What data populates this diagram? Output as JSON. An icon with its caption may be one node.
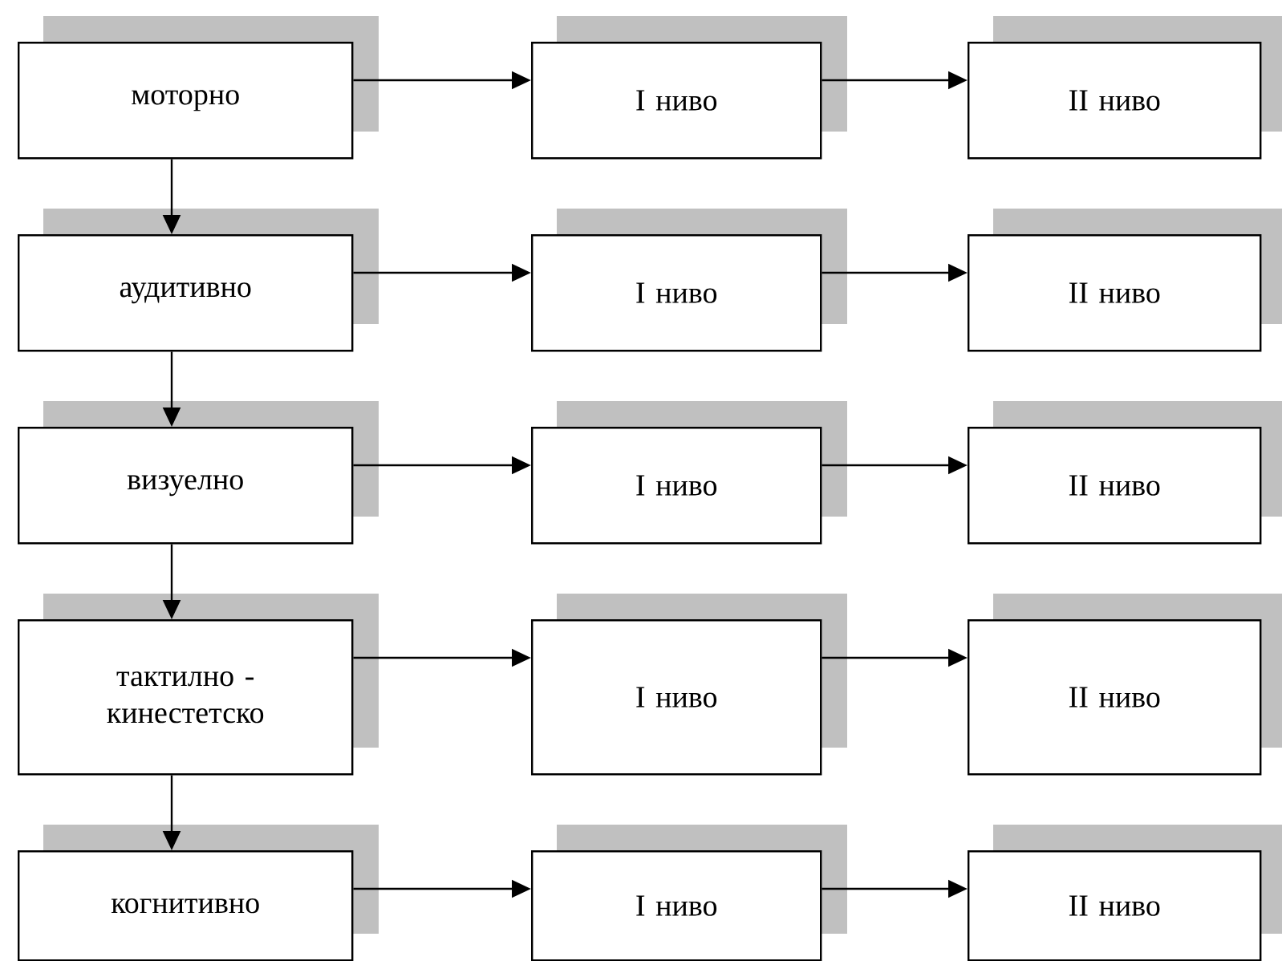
{
  "diagram": {
    "nodes": [
      {
        "text": [
          "моторно"
        ]
      },
      {
        "text": [
          "I ниво"
        ]
      },
      {
        "text": [
          "II ниво"
        ]
      },
      {
        "text": [
          "аудитивно"
        ]
      },
      {
        "text": [
          "I ниво"
        ]
      },
      {
        "text": [
          "II ниво"
        ]
      },
      {
        "text": [
          "визуелно"
        ]
      },
      {
        "text": [
          "I ниво"
        ]
      },
      {
        "text": [
          "II ниво"
        ]
      },
      {
        "text": [
          "тактилно - кинестетско"
        ]
      },
      {
        "text": [
          "I ниво"
        ]
      },
      {
        "text": [
          "II ниво"
        ]
      },
      {
        "text": [
          "когнитивно"
        ]
      },
      {
        "text": [
          "I ниво"
        ]
      },
      {
        "text": [
          "II ниво"
        ]
      }
    ],
    "edges": [
      {
        "from": 0,
        "to": 1,
        "arrow": "to"
      },
      {
        "from": 1,
        "to": 2,
        "arrow": "to"
      },
      {
        "from": 0,
        "to": 3,
        "arrow": "to"
      },
      {
        "from": 3,
        "to": 4,
        "arrow": "to"
      },
      {
        "from": 4,
        "to": 5,
        "arrow": "to"
      },
      {
        "from": 3,
        "to": 6,
        "arrow": "to"
      },
      {
        "from": 6,
        "to": 7,
        "arrow": "to"
      },
      {
        "from": 7,
        "to": 8,
        "arrow": "to"
      },
      {
        "from": 6,
        "to": 9,
        "arrow": "to"
      },
      {
        "from": 9,
        "to": 10,
        "arrow": "to"
      },
      {
        "from": 10,
        "to": 11,
        "arrow": "to"
      },
      {
        "from": 9,
        "to": 12,
        "arrow": "to"
      },
      {
        "from": 12,
        "to": 13,
        "arrow": "to"
      },
      {
        "from": 13,
        "to": 14,
        "arrow": "to"
      }
    ]
  }
}
